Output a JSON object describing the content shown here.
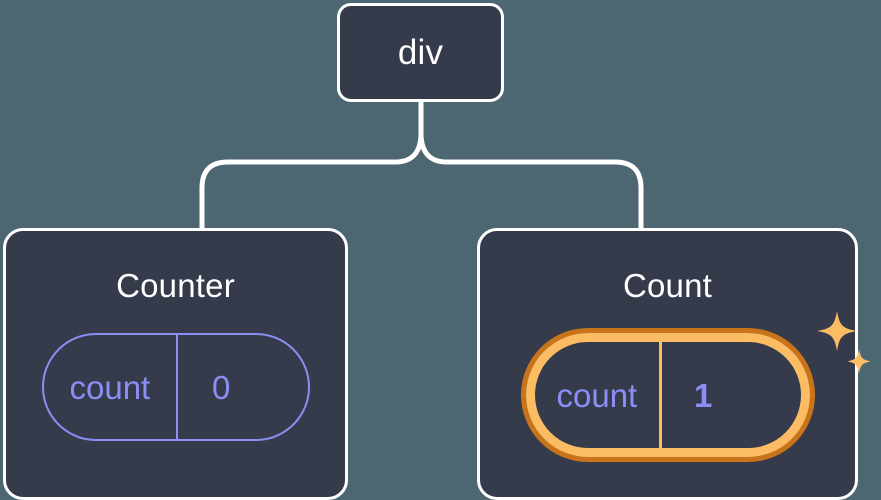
{
  "diagram": {
    "type": "component-tree",
    "title": "Component re-render tree",
    "background_color": "#4c6672",
    "node_fill_color": "#353b4a",
    "node_border_color": "#ffffff",
    "edge_color": "#ffffff",
    "state_color": "#8b8ff5",
    "highlight_color": "#fbbc63",
    "highlight_outer_color": "#c9741b"
  },
  "nodes": {
    "root": {
      "label": "div"
    },
    "left": {
      "label": "Counter",
      "state": {
        "key": "count",
        "value": "0",
        "highlighted": false
      }
    },
    "right": {
      "label": "Count",
      "state": {
        "key": "count",
        "value": "1",
        "highlighted": true
      },
      "sparkle_icon": "sparkles-icon"
    }
  },
  "edges": [
    {
      "from": "root",
      "to": "left"
    },
    {
      "from": "root",
      "to": "right"
    }
  ]
}
